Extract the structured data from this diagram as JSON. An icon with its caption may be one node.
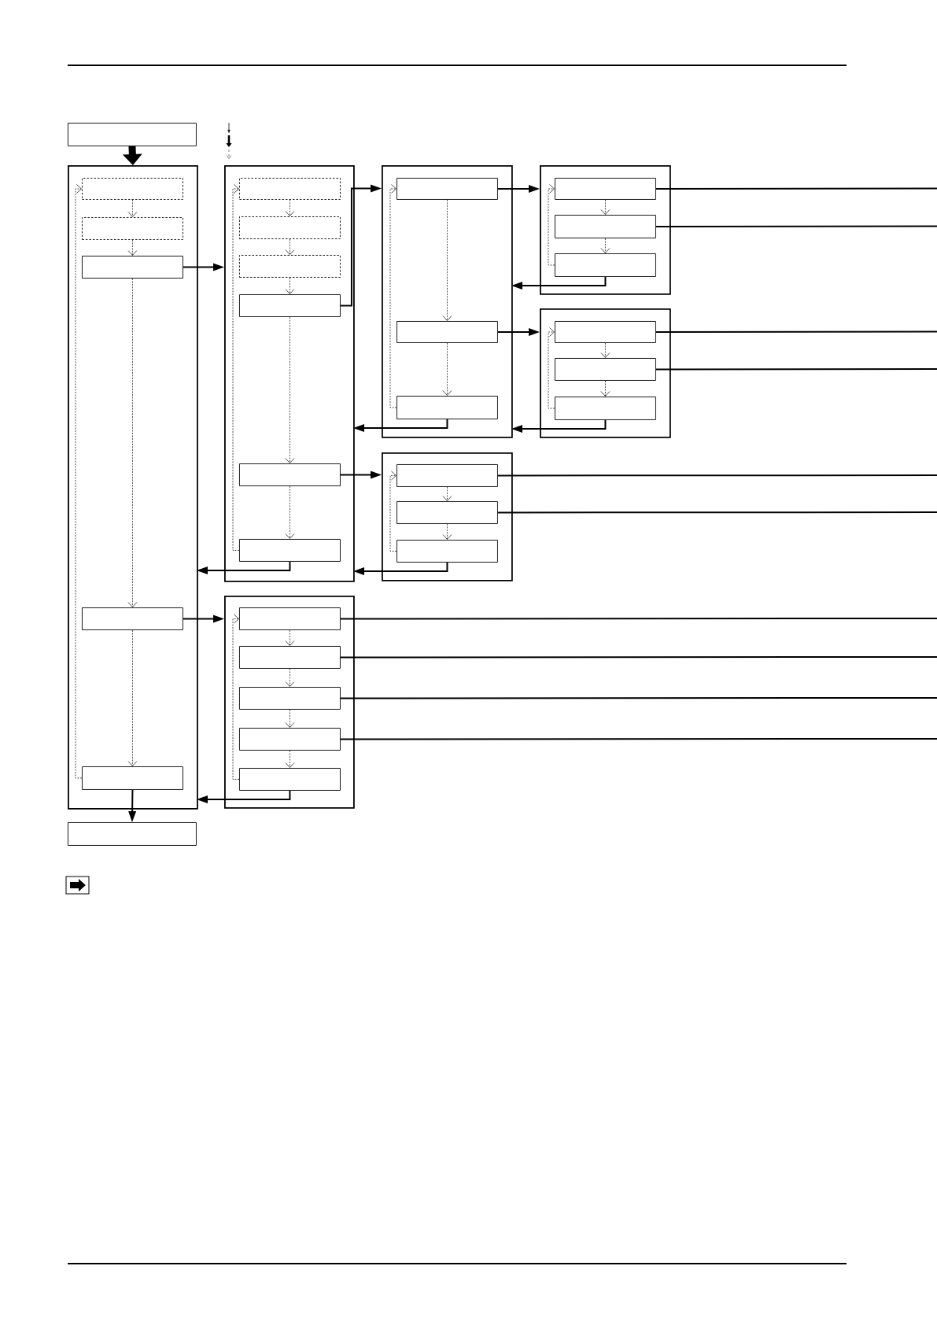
{
  "diagram": {
    "nodes": [
      {
        "text": [],
        "shape": "box"
      },
      {
        "text": [],
        "shape": "box"
      },
      {
        "text": [],
        "shape": "box",
        "in": 1
      },
      {
        "text": [],
        "shape": "box",
        "in": 1
      },
      {
        "text": [],
        "shape": "box",
        "in": 1
      },
      {
        "text": [],
        "shape": "box",
        "in": 1
      },
      {
        "text": [],
        "shape": "box",
        "in": 1
      },
      {
        "text": [],
        "shape": "box"
      },
      {
        "text": [],
        "shape": "box",
        "in": 7
      },
      {
        "text": [],
        "shape": "box",
        "in": 7
      },
      {
        "text": [],
        "shape": "box",
        "in": 7
      },
      {
        "text": [],
        "shape": "box",
        "in": 7
      },
      {
        "text": [],
        "shape": "box",
        "in": 7
      },
      {
        "text": [],
        "shape": "box",
        "in": 7
      },
      {
        "text": [],
        "shape": "box"
      },
      {
        "text": [],
        "shape": "box",
        "in": 14
      },
      {
        "text": [],
        "shape": "box",
        "in": 14
      },
      {
        "text": [],
        "shape": "box",
        "in": 14
      },
      {
        "text": [],
        "shape": "box"
      },
      {
        "text": [],
        "shape": "box",
        "in": 18
      },
      {
        "text": [],
        "shape": "box",
        "in": 18
      },
      {
        "text": [],
        "shape": "box",
        "in": 18
      },
      {
        "text": [],
        "shape": "box"
      },
      {
        "text": [],
        "shape": "box",
        "in": 22
      },
      {
        "text": [],
        "shape": "box",
        "in": 22
      },
      {
        "text": [],
        "shape": "box",
        "in": 22
      },
      {
        "text": [],
        "shape": "box"
      },
      {
        "text": [],
        "shape": "box",
        "in": 26
      },
      {
        "text": [],
        "shape": "box",
        "in": 26
      },
      {
        "text": [],
        "shape": "box",
        "in": 26
      },
      {
        "text": [],
        "shape": "box"
      },
      {
        "text": [],
        "shape": "box",
        "in": 30
      },
      {
        "text": [],
        "shape": "box",
        "in": 30
      },
      {
        "text": [],
        "shape": "box",
        "in": 30
      },
      {
        "text": [],
        "shape": "box",
        "in": 30
      },
      {
        "text": [],
        "shape": "box",
        "in": 30
      },
      {
        "text": [],
        "shape": "box"
      }
    ],
    "edges": [
      {
        "from": 0,
        "to": 1,
        "arrow": "to",
        "style": "thick"
      },
      {
        "from": 2,
        "to": 3,
        "arrow": "to",
        "style": "dashed"
      },
      {
        "from": 3,
        "to": 4,
        "arrow": "to",
        "style": "dashed"
      },
      {
        "from": 4,
        "to": 5,
        "arrow": "to",
        "style": "dashed"
      },
      {
        "from": 5,
        "to": 6,
        "arrow": "to",
        "style": "dashed"
      },
      {
        "from": 6,
        "to": 2,
        "arrow": "to",
        "style": "dashed"
      },
      {
        "from": 4,
        "to": 7,
        "arrow": "to"
      },
      {
        "from": 8,
        "to": 9,
        "arrow": "to",
        "style": "dashed"
      },
      {
        "from": 9,
        "to": 10,
        "arrow": "to",
        "style": "dashed"
      },
      {
        "from": 10,
        "to": 11,
        "arrow": "to",
        "style": "dashed"
      },
      {
        "from": 11,
        "to": 12,
        "arrow": "to",
        "style": "dashed"
      },
      {
        "from": 12,
        "to": 13,
        "arrow": "to",
        "style": "dashed"
      },
      {
        "from": 13,
        "to": 8,
        "arrow": "to",
        "style": "dashed"
      },
      {
        "from": 11,
        "to": 14,
        "arrow": "to"
      },
      {
        "from": 15,
        "to": 16,
        "arrow": "to",
        "style": "dashed"
      },
      {
        "from": 16,
        "to": 17,
        "arrow": "to",
        "style": "dashed"
      },
      {
        "from": 17,
        "to": 15,
        "arrow": "to",
        "style": "dashed"
      },
      {
        "from": 15,
        "to": 18,
        "arrow": "to"
      },
      {
        "from": 16,
        "to": 22,
        "arrow": "to"
      },
      {
        "from": 19,
        "to": 20,
        "arrow": "to",
        "style": "dashed"
      },
      {
        "from": 20,
        "to": 21,
        "arrow": "to",
        "style": "dashed"
      },
      {
        "from": 21,
        "to": 19,
        "arrow": "to",
        "style": "dashed"
      },
      {
        "from": 23,
        "to": 24,
        "arrow": "to",
        "style": "dashed"
      },
      {
        "from": 24,
        "to": 25,
        "arrow": "to",
        "style": "dashed"
      },
      {
        "from": 25,
        "to": 23,
        "arrow": "to",
        "style": "dashed"
      },
      {
        "from": 21,
        "to": 14,
        "arrow": "to"
      },
      {
        "from": 25,
        "to": 14,
        "arrow": "to"
      },
      {
        "from": 17,
        "to": 7,
        "arrow": "to"
      },
      {
        "from": 12,
        "to": 26,
        "arrow": "to"
      },
      {
        "from": 27,
        "to": 28,
        "arrow": "to",
        "style": "dashed"
      },
      {
        "from": 28,
        "to": 29,
        "arrow": "to",
        "style": "dashed"
      },
      {
        "from": 29,
        "to": 27,
        "arrow": "to",
        "style": "dashed"
      },
      {
        "from": 29,
        "to": 7,
        "arrow": "to"
      },
      {
        "from": 13,
        "to": 1,
        "arrow": "to"
      },
      {
        "from": 5,
        "to": 30,
        "arrow": "to"
      },
      {
        "from": 31,
        "to": 32,
        "arrow": "to",
        "style": "dashed"
      },
      {
        "from": 32,
        "to": 33,
        "arrow": "to",
        "style": "dashed"
      },
      {
        "from": 33,
        "to": 34,
        "arrow": "to",
        "style": "dashed"
      },
      {
        "from": 34,
        "to": 35,
        "arrow": "to",
        "style": "dashed"
      },
      {
        "from": 35,
        "to": 31,
        "arrow": "to",
        "style": "dashed"
      },
      {
        "from": 35,
        "to": 1,
        "arrow": "to"
      },
      {
        "from": 6,
        "to": 36,
        "arrow": "to"
      },
      {
        "from": 19,
        "to": null,
        "arrow": "none"
      },
      {
        "from": 20,
        "to": null,
        "arrow": "none"
      },
      {
        "from": 23,
        "to": null,
        "arrow": "none"
      },
      {
        "from": 24,
        "to": null,
        "arrow": "none"
      },
      {
        "from": 27,
        "to": null,
        "arrow": "none"
      },
      {
        "from": 28,
        "to": null,
        "arrow": "none"
      },
      {
        "from": 31,
        "to": null,
        "arrow": "none"
      },
      {
        "from": 32,
        "to": null,
        "arrow": "none"
      },
      {
        "from": 33,
        "to": null,
        "arrow": "none"
      },
      {
        "from": 34,
        "to": null,
        "arrow": "none"
      }
    ]
  }
}
